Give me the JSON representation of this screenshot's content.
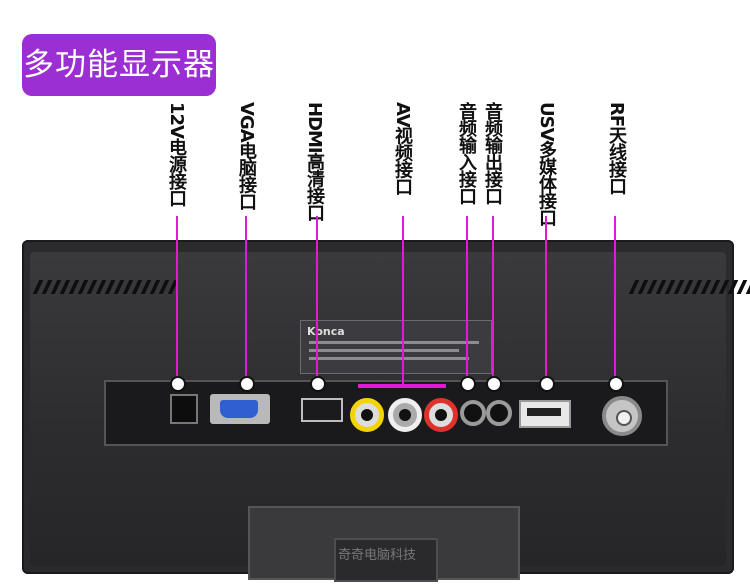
{
  "title": "多功能显示器",
  "watermark": "奇奇电脑科技",
  "sticker_brand": "Konca",
  "ports": [
    {
      "label": "12V电源接口",
      "id": "dc"
    },
    {
      "label": "VGA电脑接口",
      "id": "vga"
    },
    {
      "label": "HDMI高清接口",
      "id": "hdmi"
    },
    {
      "label": "AV视频接口",
      "id": "av"
    },
    {
      "label": "音频输入接口",
      "id": "audio-in"
    },
    {
      "label": "音频输出接口",
      "id": "audio-out"
    },
    {
      "label": "USV多媒体接口",
      "id": "usb"
    },
    {
      "label": "RF天线接口",
      "id": "rf"
    }
  ],
  "colors": {
    "accent": "#9b2fd3",
    "leader": "#e11ad9"
  }
}
